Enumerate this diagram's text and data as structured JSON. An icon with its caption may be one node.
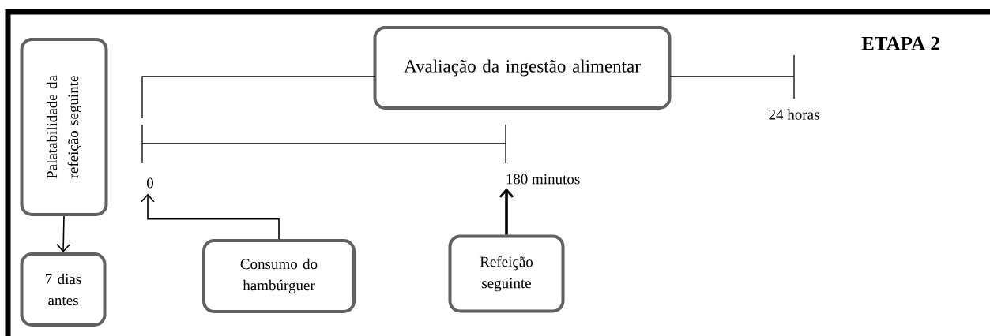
{
  "diagram": {
    "title": "ETAPA 2",
    "nodes": [
      {
        "text": [
          "Palatabilidade da refeição seguinte"
        ]
      },
      {
        "text": [
          "7 dias antes"
        ]
      },
      {
        "text": [
          "Avaliação da ingestão alimentar"
        ]
      },
      {
        "text": [
          "Consumo do hambúrguer"
        ]
      },
      {
        "text": [
          "Refeição seguinte"
        ]
      },
      {
        "text": [
          "0"
        ]
      },
      {
        "text": [
          "180 minutos"
        ]
      }
    ],
    "edges": [
      {
        "from": 0,
        "to": 1,
        "arrow": "to"
      },
      {
        "from": 3,
        "to": 5,
        "arrow": "to"
      },
      {
        "from": 4,
        "to": 6,
        "arrow": "to",
        "style": "thick"
      }
    ],
    "labels": [
      "24 horas"
    ]
  }
}
